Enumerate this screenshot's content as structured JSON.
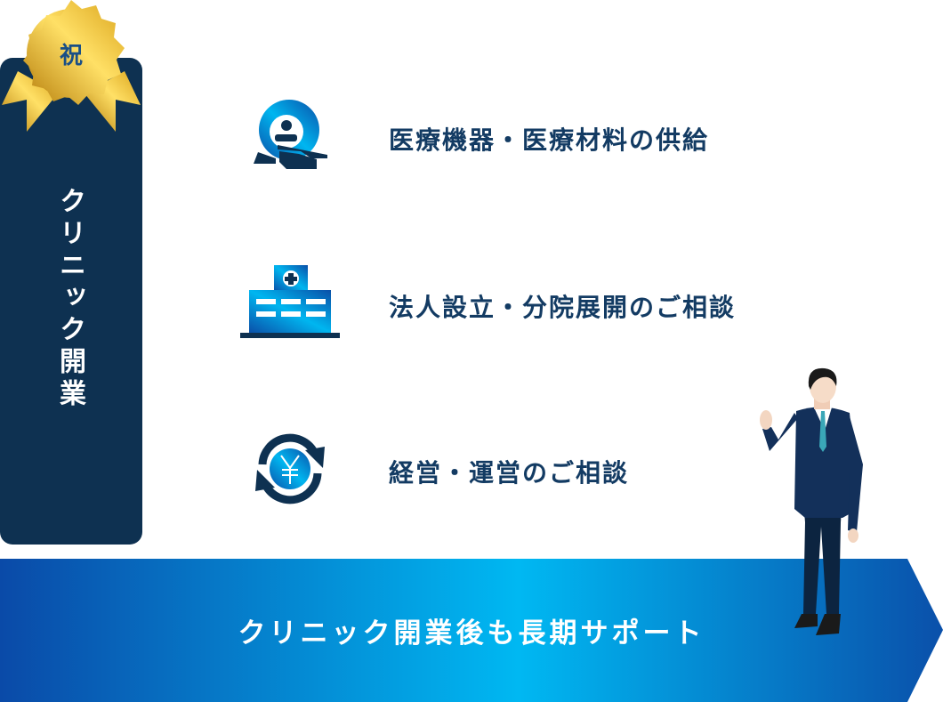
{
  "badge": {
    "label": "祝"
  },
  "sidebar": {
    "title": "クリニック開業"
  },
  "items": [
    {
      "label": "医療機器・医療材料の供給",
      "icon": "mri-scanner-icon"
    },
    {
      "label": "法人設立・分院展開のご相談",
      "icon": "hospital-icon"
    },
    {
      "label": "経営・運営のご相談",
      "icon": "yen-cycle-icon"
    }
  ],
  "banner": {
    "label": "クリニック開業後も長期サポート"
  },
  "colors": {
    "navy": "#0e3151",
    "gold": "#e8b422",
    "blue": "#0a5fb8",
    "cyan": "#00b6f0"
  }
}
